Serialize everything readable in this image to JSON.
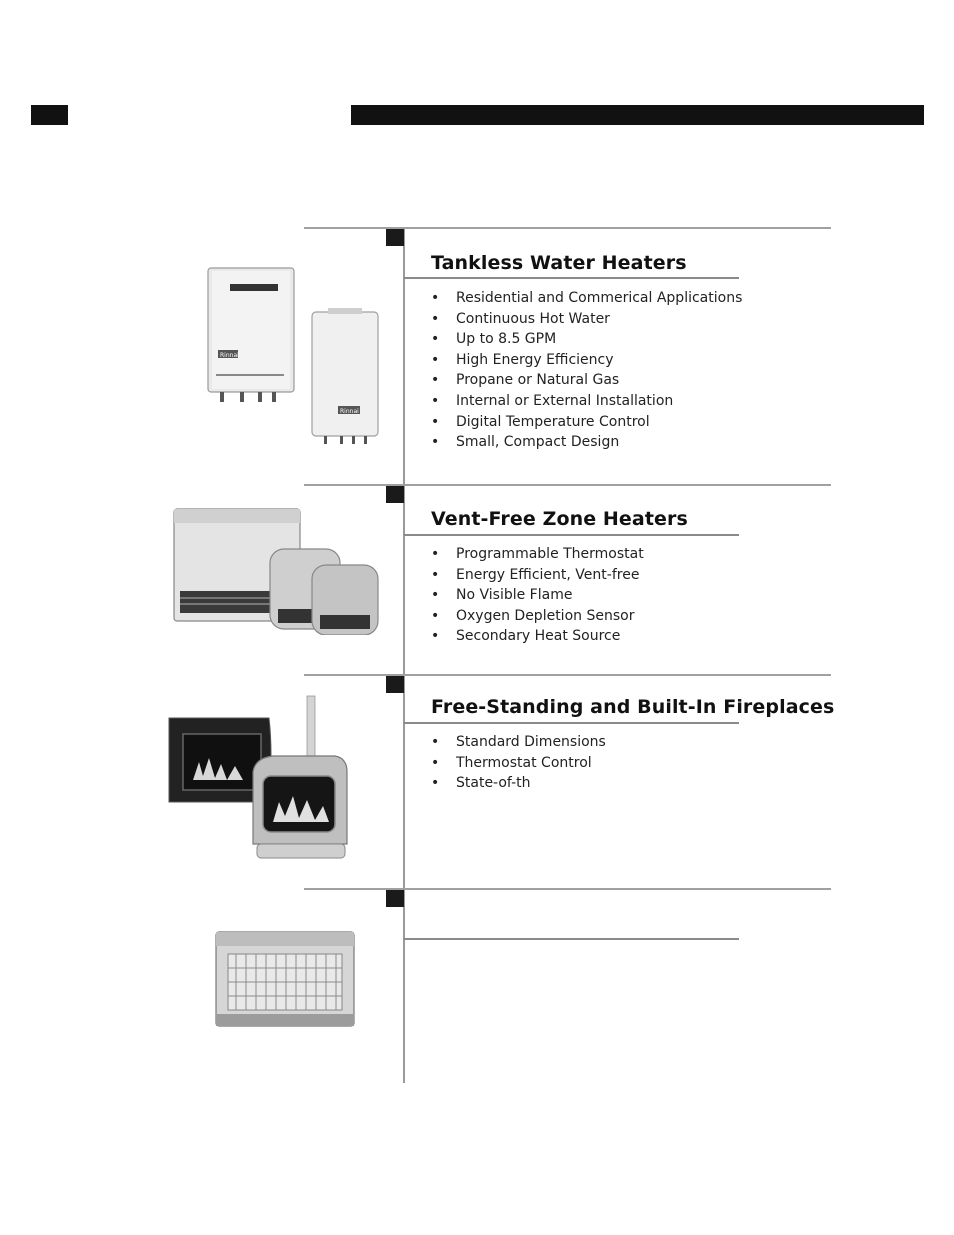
{
  "sections": [
    {
      "title": "Tankless Water Heaters",
      "bullets": [
        "Residential and Commerical Applications",
        "Continuous Hot Water",
        "Up to 8.5 GPM",
        "High Energy Efficiency",
        "Propane or Natural Gas",
        "Internal or External Installation",
        "Digital Temperature Control",
        "Small, Compact Design"
      ]
    },
    {
      "title": "Vent-Free Zone Heaters",
      "bullets": [
        "Programmable Thermostat",
        "Energy Efficient, Vent-free",
        "No Visible Flame",
        "Oxygen Depletion Sensor",
        "Secondary Heat Source"
      ]
    },
    {
      "title": "Free-Standing and Built-In Fireplaces",
      "bullets": [
        "Standard Dimensions",
        "Thermostat Control",
        "State-of-th"
      ]
    },
    {
      "title": "",
      "bullets": []
    }
  ],
  "images": {
    "logo": "Rinnai"
  }
}
